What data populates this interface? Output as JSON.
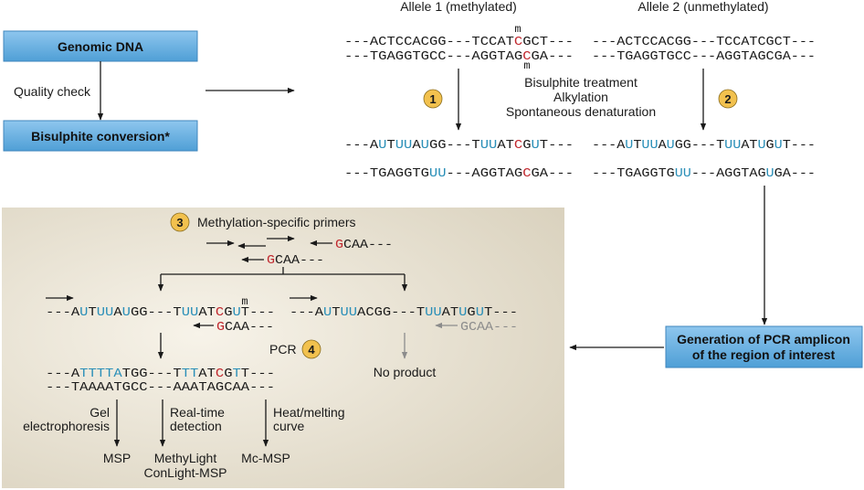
{
  "colors": {
    "methyl_red": "#c0272d",
    "uracil_blue": "#2a8fb8",
    "grey": "#8c8c8c",
    "box_blue": "#5aa8dd",
    "badge_yellow": "#f2c14e",
    "panel_beige": "#e2dccb"
  },
  "flow": {
    "genomic_dna": "Genomic DNA",
    "quality_check": "Quality check",
    "bisulphite_conversion": "Bisulphite conversion*"
  },
  "alleles": {
    "allele1_title": "Allele 1 (methylated)",
    "allele2_title": "Allele 2 (unmethylated)",
    "m": "m",
    "a1_top": [
      {
        "t": "---ACTCCACGG---TCCAT",
        "c": "k"
      },
      {
        "t": "C",
        "c": "r"
      },
      {
        "t": "GCT---",
        "c": "k"
      }
    ],
    "a1_bot": [
      {
        "t": "---TGAGGTGCC---AGGTAG",
        "c": "k"
      },
      {
        "t": "C",
        "c": "r"
      },
      {
        "t": "GA---",
        "c": "k"
      }
    ],
    "a2_top": [
      {
        "t": "---ACTCCACGG---TCCATCGCT---",
        "c": "k"
      }
    ],
    "a2_bot": [
      {
        "t": "---TGAGGTGCC---AGGTAGCGA---",
        "c": "k"
      }
    ],
    "badge1": "1",
    "badge2": "2",
    "treatment_lines": [
      "Bisulphite treatment",
      "Alkylation",
      "Spontaneous denaturation"
    ],
    "c1_top": [
      {
        "t": "---A",
        "c": "k"
      },
      {
        "t": "U",
        "c": "b"
      },
      {
        "t": "T",
        "c": "k"
      },
      {
        "t": "UU",
        "c": "b"
      },
      {
        "t": "A",
        "c": "k"
      },
      {
        "t": "U",
        "c": "b"
      },
      {
        "t": "GG---T",
        "c": "k"
      },
      {
        "t": "UU",
        "c": "b"
      },
      {
        "t": "AT",
        "c": "k"
      },
      {
        "t": "C",
        "c": "r"
      },
      {
        "t": "G",
        "c": "k"
      },
      {
        "t": "U",
        "c": "b"
      },
      {
        "t": "T---",
        "c": "k"
      }
    ],
    "c1_bot": [
      {
        "t": "---TGAGGTG",
        "c": "k"
      },
      {
        "t": "UU",
        "c": "b"
      },
      {
        "t": "---AGGTAG",
        "c": "k"
      },
      {
        "t": "C",
        "c": "r"
      },
      {
        "t": "GA---",
        "c": "k"
      }
    ],
    "c2_top": [
      {
        "t": "---A",
        "c": "k"
      },
      {
        "t": "U",
        "c": "b"
      },
      {
        "t": "T",
        "c": "k"
      },
      {
        "t": "UU",
        "c": "b"
      },
      {
        "t": "A",
        "c": "k"
      },
      {
        "t": "U",
        "c": "b"
      },
      {
        "t": "GG---T",
        "c": "k"
      },
      {
        "t": "UU",
        "c": "b"
      },
      {
        "t": "AT",
        "c": "k"
      },
      {
        "t": "U",
        "c": "b"
      },
      {
        "t": "G",
        "c": "k"
      },
      {
        "t": "U",
        "c": "b"
      },
      {
        "t": "T---",
        "c": "k"
      }
    ],
    "c2_bot": [
      {
        "t": "---TGAGGTG",
        "c": "k"
      },
      {
        "t": "UU",
        "c": "b"
      },
      {
        "t": "---AGGTAG",
        "c": "k"
      },
      {
        "t": "U",
        "c": "b"
      },
      {
        "t": "GA---",
        "c": "k"
      }
    ]
  },
  "pcr_box": [
    "Generation of PCR amplicon",
    "of the region of interest"
  ],
  "panel": {
    "badge3": "3",
    "primers_label": "Methylation-specific primers",
    "primer_top": [
      {
        "t": "G",
        "c": "r"
      },
      {
        "t": "CAA---",
        "c": "k"
      }
    ],
    "primer_mid": [
      {
        "t": "G",
        "c": "r"
      },
      {
        "t": "CAA---",
        "c": "k"
      }
    ],
    "left_seq": [
      {
        "t": "---A",
        "c": "k"
      },
      {
        "t": "U",
        "c": "b"
      },
      {
        "t": "T",
        "c": "k"
      },
      {
        "t": "UU",
        "c": "b"
      },
      {
        "t": "A",
        "c": "k"
      },
      {
        "t": "U",
        "c": "b"
      },
      {
        "t": "GG---T",
        "c": "k"
      },
      {
        "t": "UU",
        "c": "b"
      },
      {
        "t": "AT",
        "c": "k"
      },
      {
        "t": "C",
        "c": "r"
      },
      {
        "t": "G",
        "c": "k"
      },
      {
        "t": "U",
        "c": "b"
      },
      {
        "t": "T---",
        "c": "k"
      }
    ],
    "left_primer": [
      {
        "t": "G",
        "c": "r"
      },
      {
        "t": "CAA---",
        "c": "k"
      }
    ],
    "right_seq": [
      {
        "t": "---A",
        "c": "k"
      },
      {
        "t": "U",
        "c": "b"
      },
      {
        "t": "T",
        "c": "k"
      },
      {
        "t": "UU",
        "c": "b"
      },
      {
        "t": "ACGG---T",
        "c": "k"
      },
      {
        "t": "UU",
        "c": "b"
      },
      {
        "t": "AT",
        "c": "k"
      },
      {
        "t": "U",
        "c": "b"
      },
      {
        "t": "G",
        "c": "k"
      },
      {
        "t": "U",
        "c": "b"
      },
      {
        "t": "T---",
        "c": "k"
      }
    ],
    "right_primer": [
      {
        "t": "GCAA---",
        "c": "g"
      }
    ],
    "m": "m",
    "pcr_label": "PCR",
    "badge4": "4",
    "prod_top": [
      {
        "t": "---A",
        "c": "k"
      },
      {
        "t": "TTTTA",
        "c": "b"
      },
      {
        "t": "TGG---T",
        "c": "k"
      },
      {
        "t": "TT",
        "c": "b"
      },
      {
        "t": "AT",
        "c": "k"
      },
      {
        "t": "C",
        "c": "r"
      },
      {
        "t": "G",
        "c": "k"
      },
      {
        "t": "T",
        "c": "b"
      },
      {
        "t": "T---",
        "c": "k"
      }
    ],
    "prod_bot": [
      {
        "t": "---TAAAATGCC---AAATAGCAA---",
        "c": "k"
      }
    ],
    "no_product": "No product",
    "gel_lines": [
      "Gel",
      "electrophoresis"
    ],
    "realtime_lines": [
      "Real-time",
      "detection"
    ],
    "heat_lines": [
      "Heat/melting",
      "curve"
    ],
    "msp": "MSP",
    "methylight": "MethyLight",
    "conlight": "ConLight-MSP",
    "mcmsp": "Mc-MSP"
  }
}
